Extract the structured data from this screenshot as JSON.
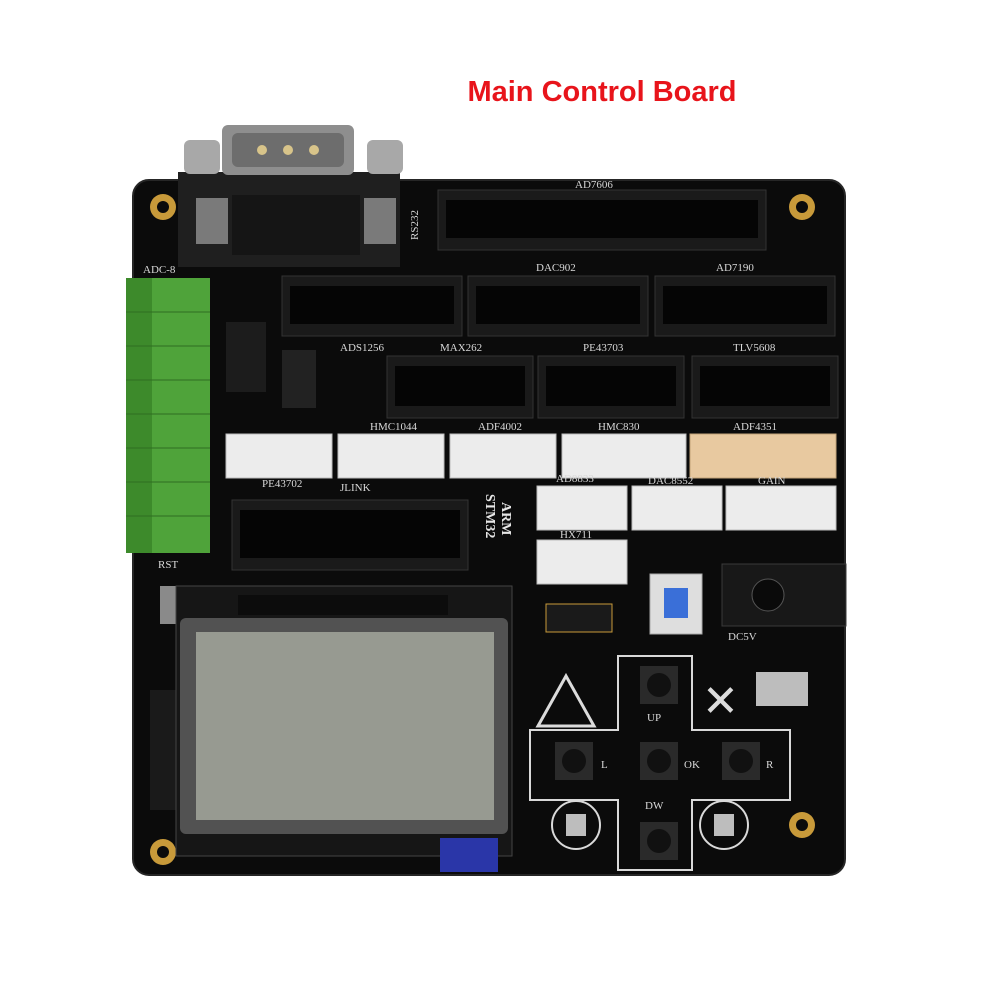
{
  "title": "Main Control Board",
  "title_color": "#e8141b",
  "board": {
    "pcb_color": "#0b0b0b",
    "labels": {
      "rs232": "RS232",
      "ad7606": "AD7606",
      "adc8": "ADC-8",
      "dac902": "DAC902",
      "ad7190": "AD7190",
      "ads1256": "ADS1256",
      "max262": "MAX262",
      "pe43703": "PE43703",
      "tlv5608": "TLV5608",
      "hmc1044": "HMC1044",
      "adf4002": "ADF4002",
      "hmc830": "HMC830",
      "adf4351": "ADF4351",
      "pe43702": "PE43702",
      "jlink": "JLINK",
      "arm": "ARM",
      "stm32": "STM32",
      "ad8833": "AD8833",
      "dac8552": "DAC8552",
      "gain": "GAIN",
      "hx711": "HX711",
      "rst": "RST",
      "dc5v": "DC5V",
      "up": "UP",
      "dw": "DW",
      "l": "L",
      "r": "R",
      "ok": "OK"
    }
  }
}
